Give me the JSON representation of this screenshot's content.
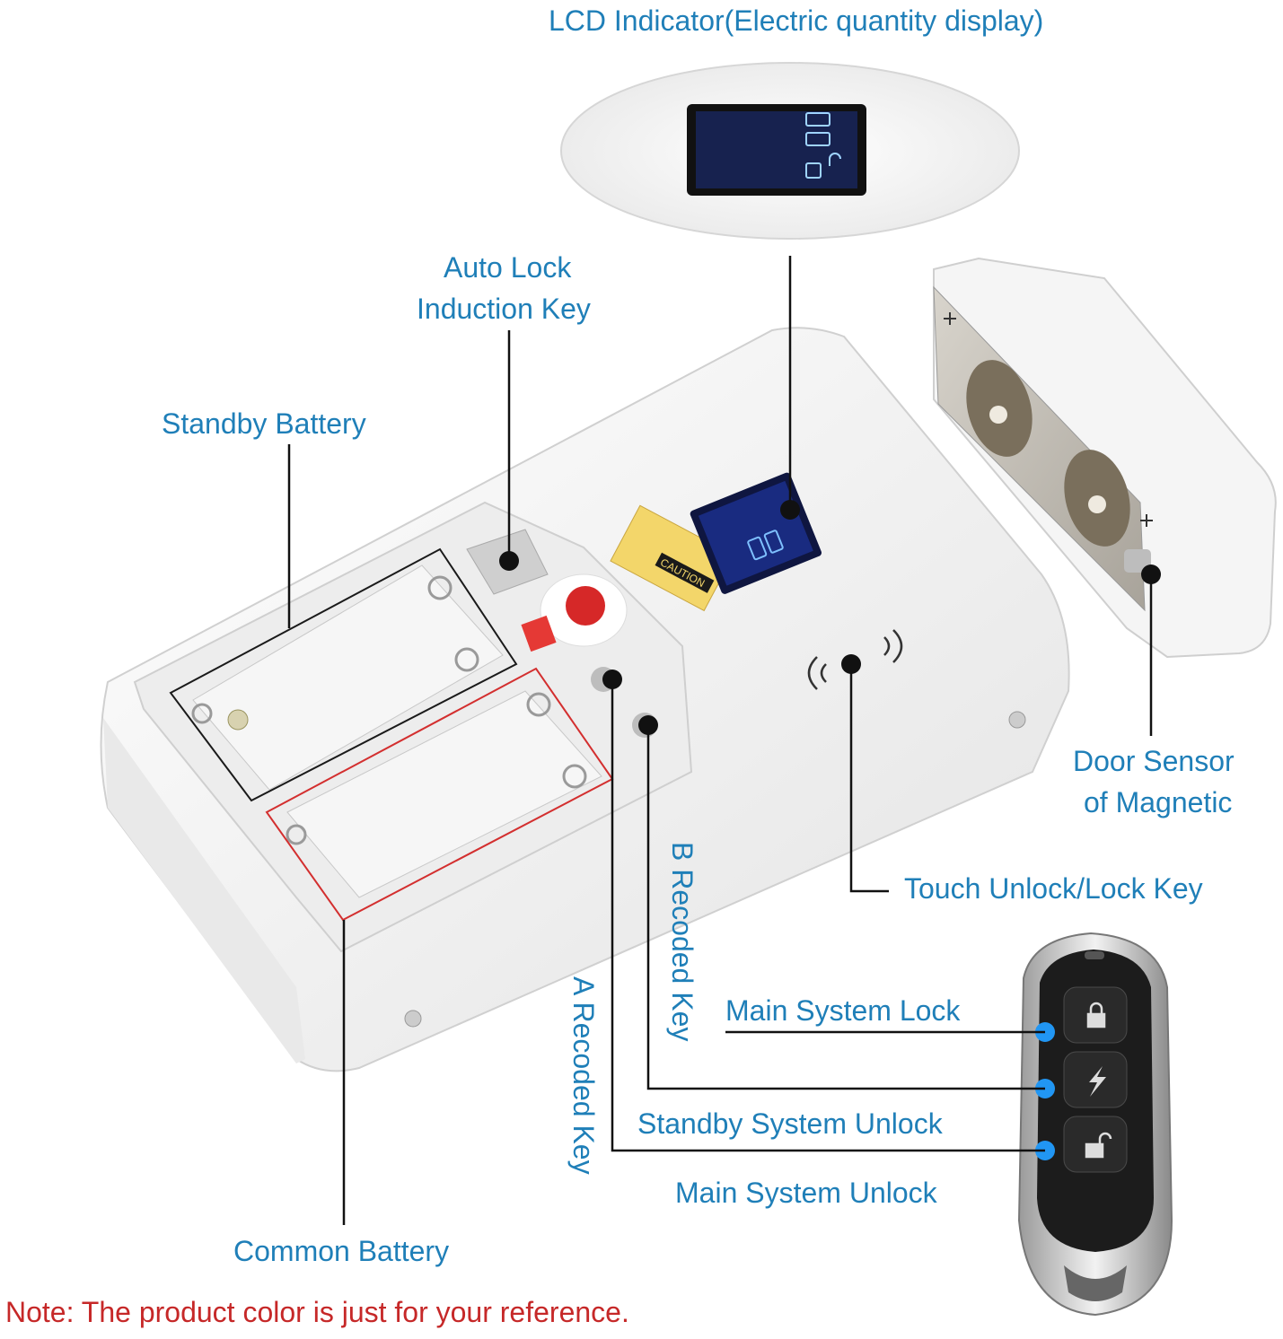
{
  "labels": {
    "lcd": "LCD Indicator(Electric quantity display)",
    "auto_lock_1": "Auto Lock",
    "auto_lock_2": "Induction Key",
    "standby_battery": "Standby Battery",
    "door_sensor_1": "Door Sensor",
    "door_sensor_2": "of Magnetic",
    "touch_key": "Touch Unlock/Lock Key",
    "b_recoded": "B Recoded Key",
    "a_recoded": "A Recoded Key",
    "main_lock": "Main System Lock",
    "standby_unlock": "Standby System Unlock",
    "main_unlock": "Main System Unlock",
    "common_battery": "Common Battery"
  },
  "device_text": {
    "caution": "CAUTION"
  },
  "note": "Note: The product color is just for your reference.",
  "colors": {
    "label": "#1f7fb8",
    "note": "#c62828",
    "leader": "#111111",
    "remote_dot": "#2196f3",
    "standby_box": "#1a1a1a",
    "common_box": "#d32f2f",
    "body": "#f4f4f4",
    "lcd": "#0f1640"
  },
  "icons": [
    "battery-icon",
    "lock-icon",
    "unlock-icon",
    "lightning-icon",
    "wireless-icon",
    "screw-icon"
  ]
}
